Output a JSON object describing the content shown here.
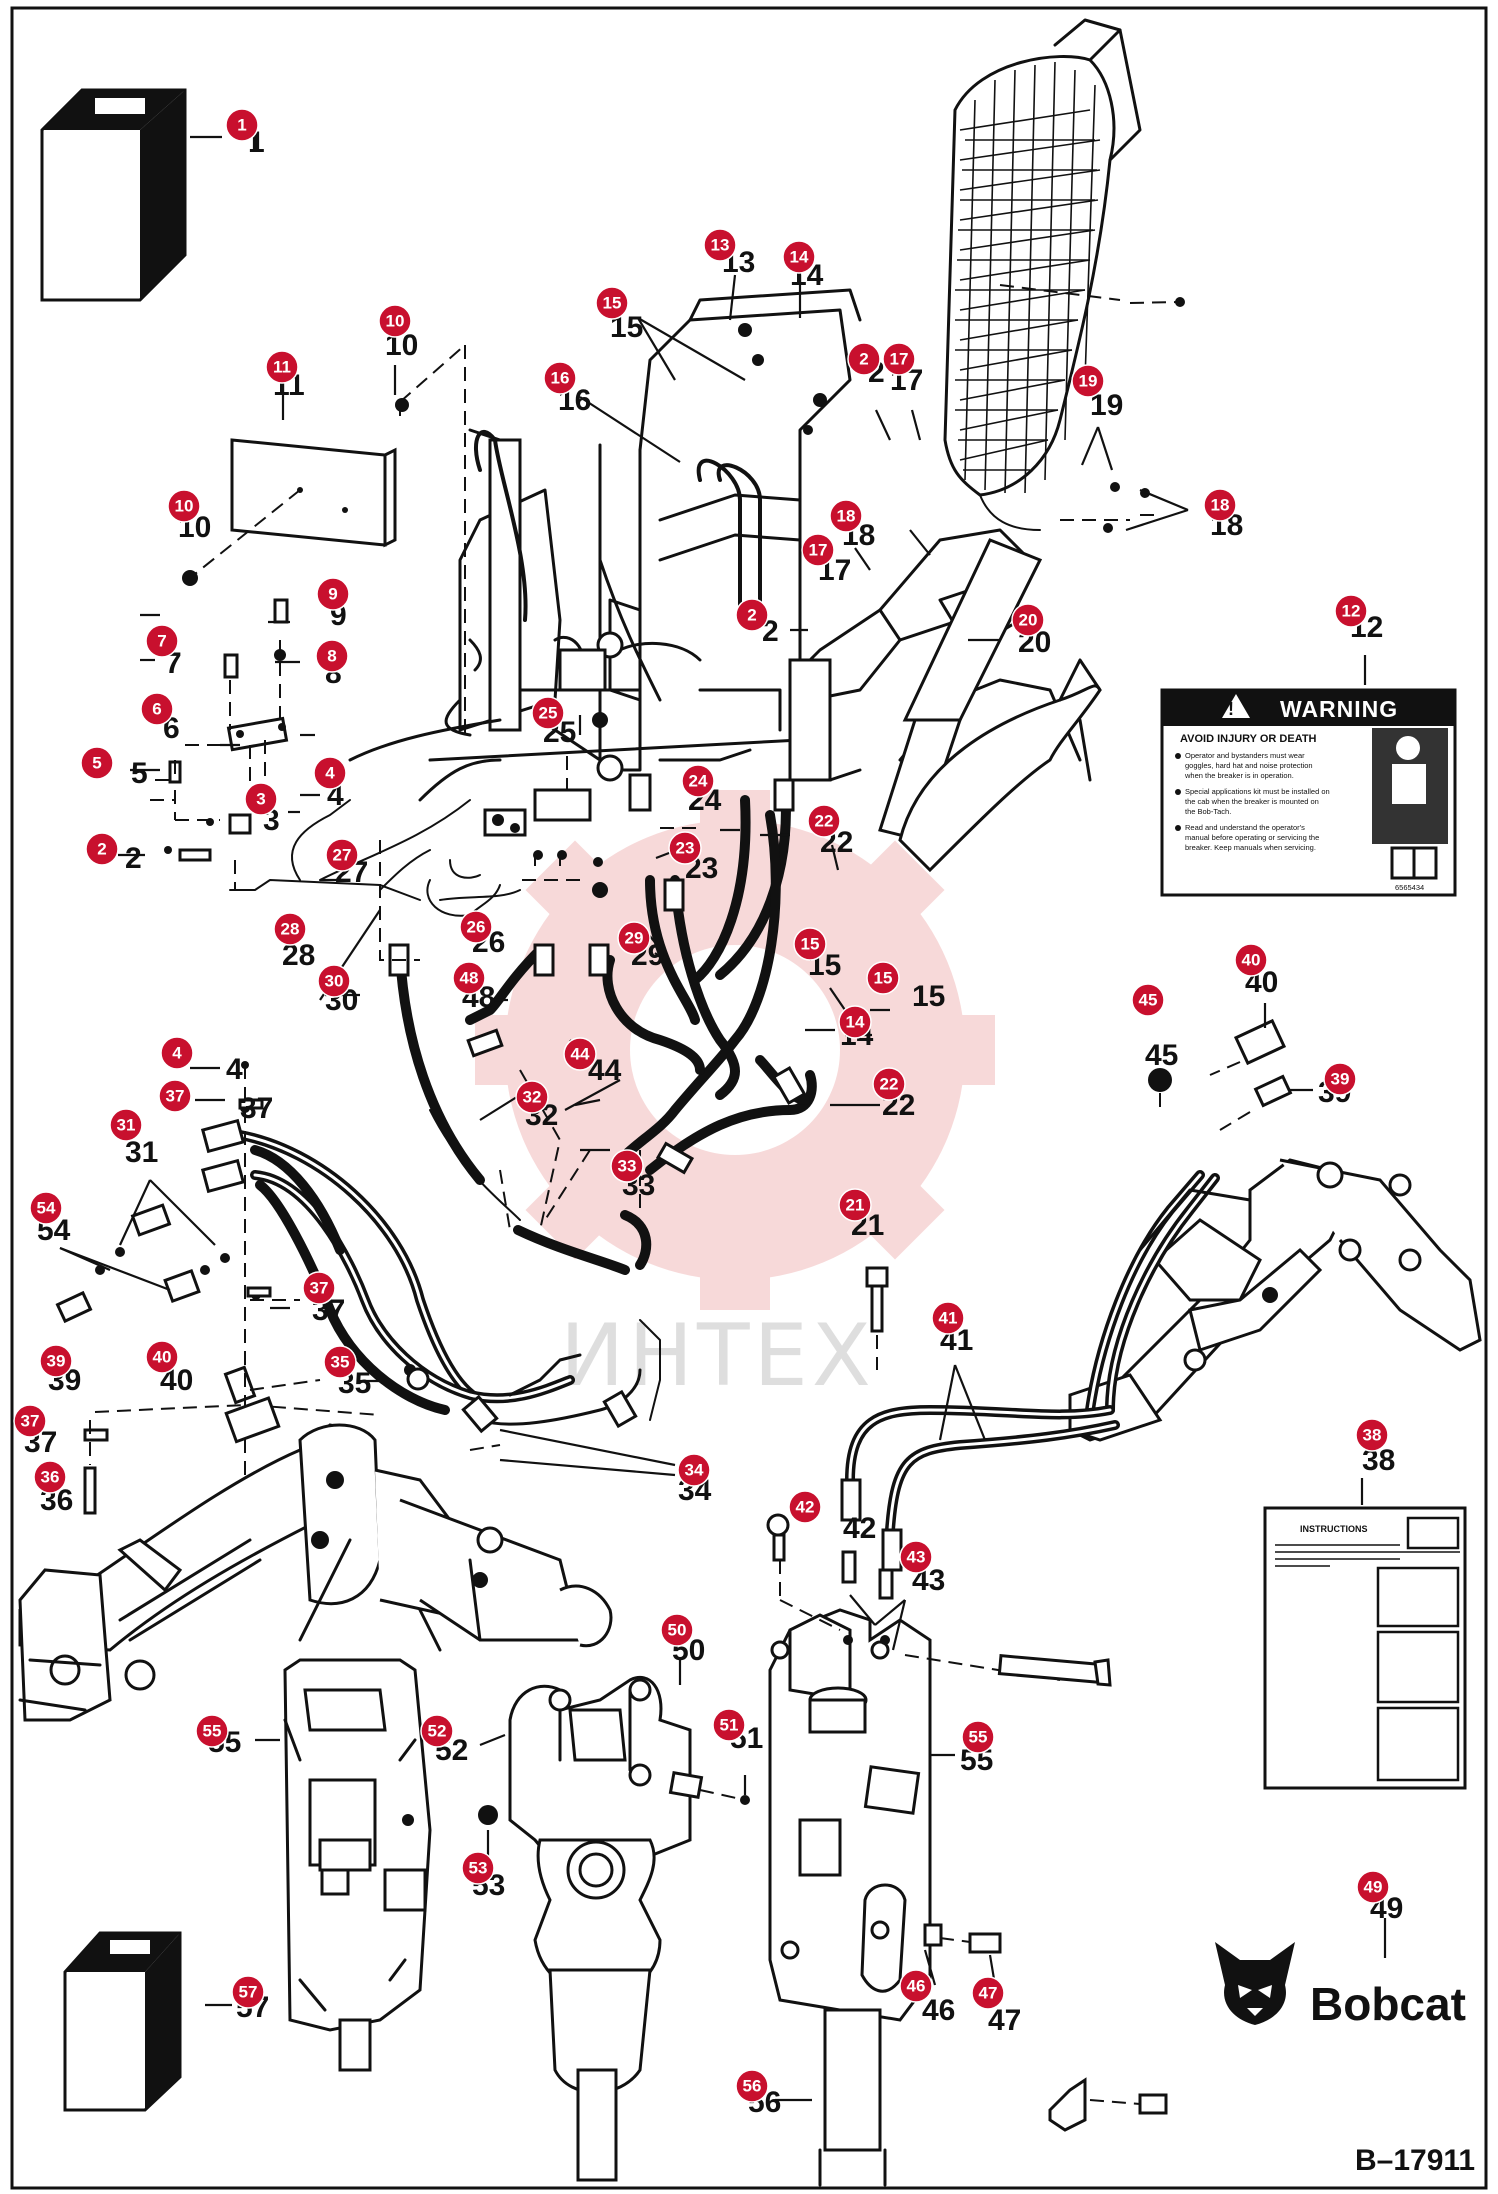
{
  "callouts": [
    "1",
    "2",
    "2",
    "2",
    "3",
    "4",
    "4",
    "5",
    "6",
    "7",
    "8",
    "9",
    "10",
    "10",
    "11",
    "12",
    "13",
    "14",
    "14",
    "15",
    "15",
    "15",
    "16",
    "17",
    "17",
    "18",
    "18",
    "19",
    "20",
    "21",
    "22",
    "22",
    "23",
    "24",
    "25",
    "26",
    "27",
    "28",
    "29",
    "30",
    "31",
    "32",
    "33",
    "34",
    "35",
    "36",
    "37",
    "37",
    "37",
    "38",
    "39",
    "39",
    "40",
    "40",
    "41",
    "42",
    "43",
    "44",
    "45",
    "46",
    "47",
    "48",
    "49",
    "50",
    "51",
    "52",
    "53",
    "54",
    "55",
    "55",
    "56",
    "57"
  ],
  "warning_decal": {
    "heading": "WARNING",
    "subheading": "AVOID INJURY OR DEATH",
    "lines": [
      "Operator and bystanders must wear",
      "goggles, hard hat and noise protection",
      "when the breaker is in operation.",
      "Special applications kit must be installed on",
      "the cab when the breaker is mounted on",
      "the Bob-Tach.",
      "Read and understand the operator's",
      "manual before operating or servicing the",
      "breaker. Keep manuals when servicing."
    ],
    "part_code": "6565434"
  },
  "instructions_sheet": {
    "heading": "INSTRUCTIONS"
  },
  "watermark": {
    "text": "ИНТЕХ"
  },
  "brand": {
    "name": "Bobcat"
  },
  "drawing_number": "B–17911"
}
